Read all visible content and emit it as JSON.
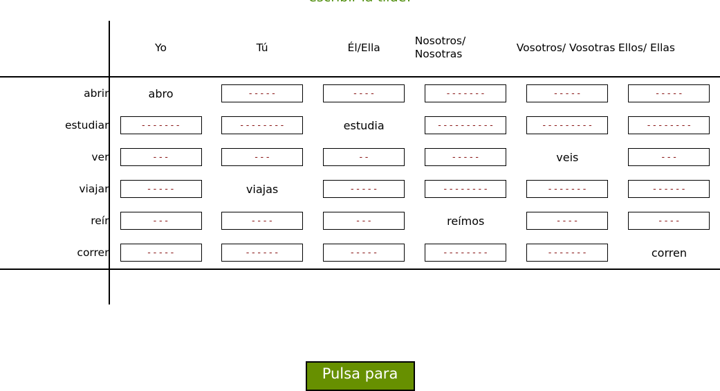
{
  "page": {
    "title_line": "escribir la tilde!",
    "title_color": "#4c8c08",
    "dash_color": "#8b1a1a"
  },
  "table": {
    "corner_label": "",
    "pronouns": [
      "Yo",
      "Tú",
      "Él/Ella",
      "Nosotros/\nNosotras",
      "Vosotros/\nVosotras",
      "Ellos/\nEllas"
    ],
    "rows": [
      {
        "infinitive": "abrir",
        "cells": [
          {
            "type": "given",
            "text": "abro"
          },
          {
            "type": "input",
            "value": "-----"
          },
          {
            "type": "input",
            "value": "----"
          },
          {
            "type": "input",
            "value": "-------"
          },
          {
            "type": "input",
            "value": "-----"
          },
          {
            "type": "input",
            "value": "-----"
          }
        ]
      },
      {
        "infinitive": "estudiar",
        "cells": [
          {
            "type": "input",
            "value": "-------"
          },
          {
            "type": "input",
            "value": "--------"
          },
          {
            "type": "given",
            "text": "estudia"
          },
          {
            "type": "input",
            "value": "----------"
          },
          {
            "type": "input",
            "value": "---------"
          },
          {
            "type": "input",
            "value": "--------"
          }
        ]
      },
      {
        "infinitive": "ver",
        "cells": [
          {
            "type": "input",
            "value": "---"
          },
          {
            "type": "input",
            "value": "---"
          },
          {
            "type": "input",
            "value": "--"
          },
          {
            "type": "input",
            "value": "-----"
          },
          {
            "type": "given",
            "text": "veis"
          },
          {
            "type": "input",
            "value": "---"
          }
        ]
      },
      {
        "infinitive": "viajar",
        "cells": [
          {
            "type": "input",
            "value": "-----"
          },
          {
            "type": "given",
            "text": "viajas"
          },
          {
            "type": "input",
            "value": "-----"
          },
          {
            "type": "input",
            "value": "--------"
          },
          {
            "type": "input",
            "value": "-------"
          },
          {
            "type": "input",
            "value": "------"
          }
        ]
      },
      {
        "infinitive": "reír",
        "cells": [
          {
            "type": "input",
            "value": "---"
          },
          {
            "type": "input",
            "value": "----"
          },
          {
            "type": "input",
            "value": "---"
          },
          {
            "type": "given",
            "text": "reímos"
          },
          {
            "type": "input",
            "value": "----"
          },
          {
            "type": "input",
            "value": "----"
          }
        ]
      },
      {
        "infinitive": "correr",
        "cells": [
          {
            "type": "input",
            "value": "-----"
          },
          {
            "type": "input",
            "value": "------"
          },
          {
            "type": "input",
            "value": "-----"
          },
          {
            "type": "input",
            "value": "--------"
          },
          {
            "type": "input",
            "value": "-------"
          },
          {
            "type": "given",
            "text": "corren"
          }
        ]
      }
    ]
  },
  "footer": {
    "check_button_label": "Pulsa para",
    "check_button_color": "#679000"
  }
}
